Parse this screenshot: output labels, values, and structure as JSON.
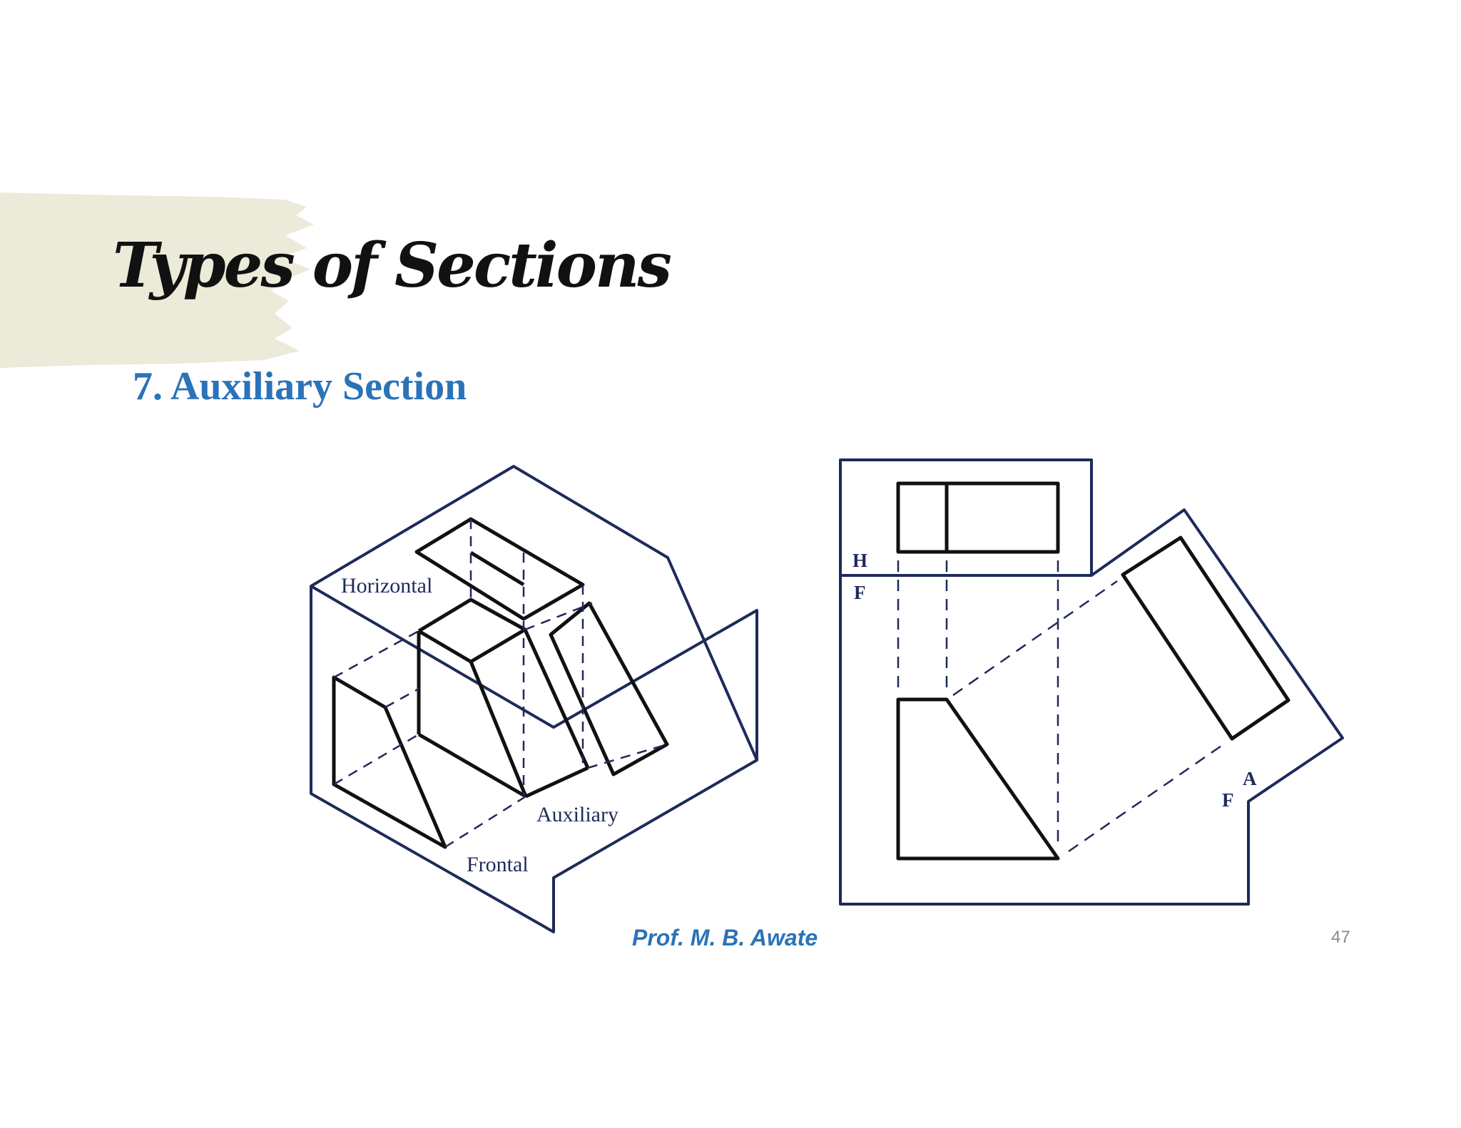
{
  "slide": {
    "title": "Types of Sections",
    "subtitle": "7. Auxiliary  Section",
    "author": "Prof. M. B. Awate",
    "page_number": "47"
  },
  "isometric_view": {
    "labels": {
      "horizontal": "Horizontal",
      "auxiliary": "Auxiliary",
      "frontal": "Frontal"
    }
  },
  "orthographic_view": {
    "labels": {
      "h": "H",
      "f_top": "F",
      "a": "A",
      "f_aux": "F"
    }
  },
  "colors": {
    "subtitle_blue": "#2a73b8",
    "outline_navy": "#1e2a5a",
    "brush_beige": "#ecead8"
  }
}
